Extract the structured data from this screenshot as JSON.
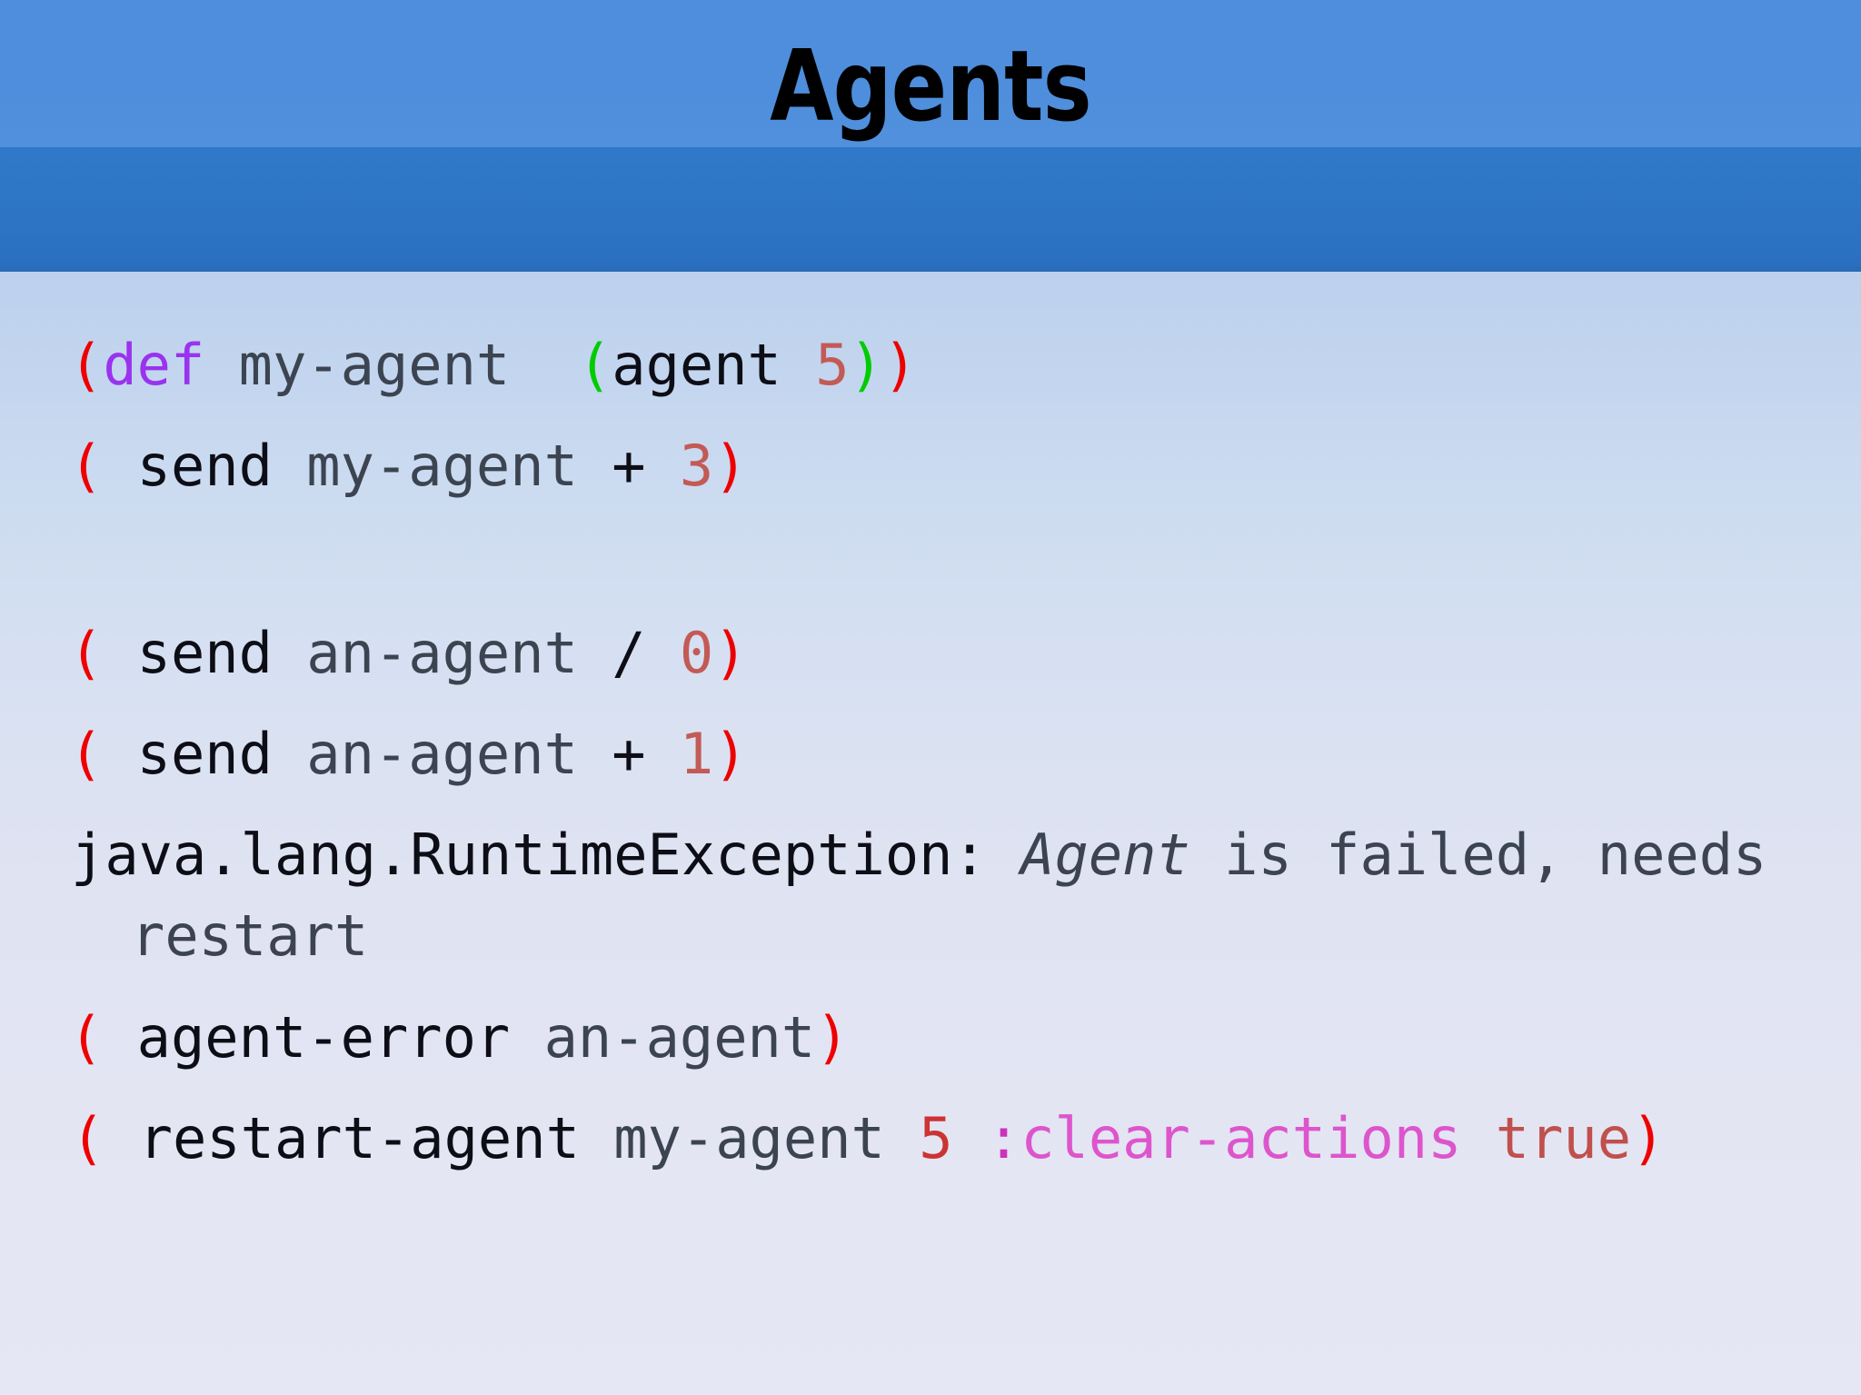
{
  "slide": {
    "title": "Agents",
    "theme": {
      "banner_upper": "#4e8edc",
      "banner_lower": "#2d74c4",
      "body_top": "#adc9ea",
      "body_bottom": "#e5e7f4",
      "paren_red": "#ee0000",
      "paren_green": "#00cc00",
      "def_purple": "#9933ee",
      "symbol_gray": "#3b4450",
      "number_red": "#c35a55",
      "keyword_pink": "#dd55cc",
      "bool_brown": "#c0504d"
    }
  },
  "code": {
    "line1": {
      "open_paren": "(",
      "def": "def",
      "space1": " ",
      "name": "my-agent",
      "space2": "  ",
      "inner_paren": "(",
      "fn": "agent",
      "space3": " ",
      "num": "5",
      "close_inner": ")",
      "close_outer": ")"
    },
    "line2": {
      "open_paren": "(",
      "fn": " send ",
      "sym": "my-agent",
      "op": " + ",
      "num": "3",
      "close_paren": ")"
    },
    "line3": {
      "open_paren": "(",
      "fn": " send ",
      "sym": "an-agent",
      "op": " / ",
      "num": "0",
      "close_paren": ")"
    },
    "line4": {
      "open_paren": "(",
      "fn": " send ",
      "sym": "an-agent",
      "op": " + ",
      "num": "1",
      "close_paren": ")"
    },
    "line5": {
      "exception": "java.lang.RuntimeException: ",
      "italic_word": "Agent",
      "rest": " is failed, needs restart"
    },
    "line6": {
      "open_paren": "(",
      "fn": " agent-error ",
      "sym": "an-agent",
      "close_paren": ")"
    },
    "line7": {
      "open_paren": "(",
      "fn": " restart-agent ",
      "sym": "my-agent",
      "space": " ",
      "num": "5",
      "space2": " ",
      "kw_colon": ":",
      "kw": "clear-actions",
      "space3": " ",
      "bool": "true",
      "close_paren": ")"
    }
  }
}
